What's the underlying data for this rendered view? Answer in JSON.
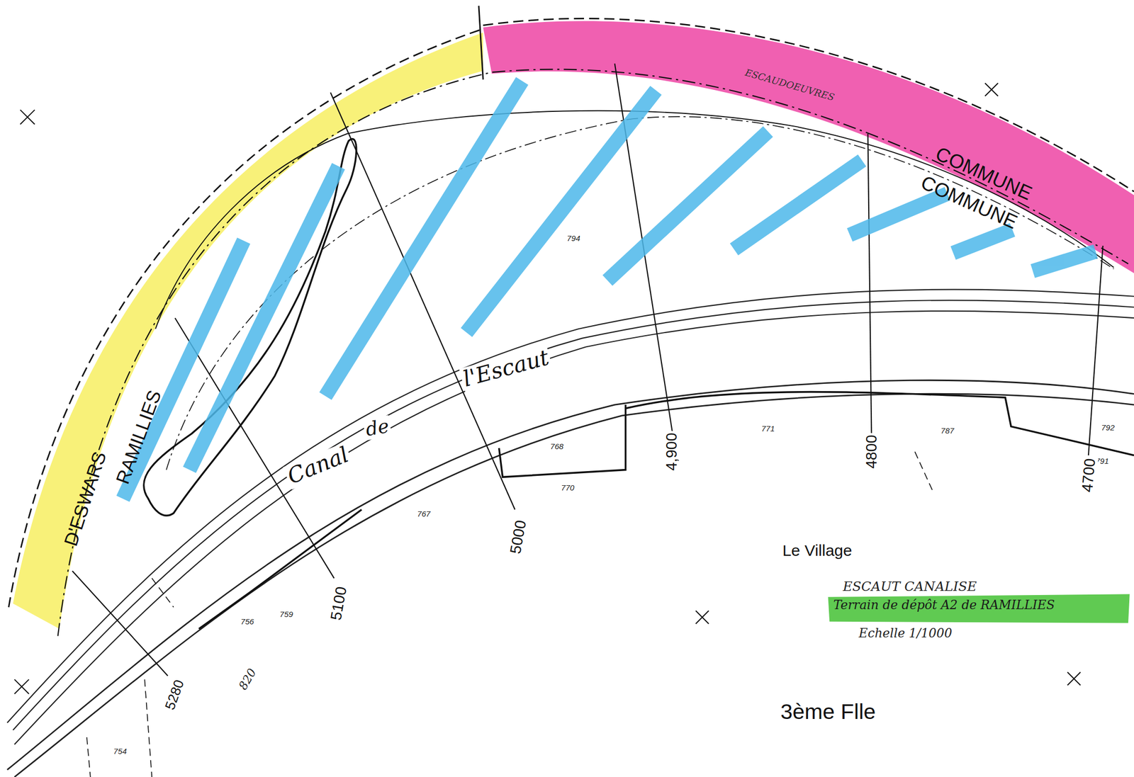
{
  "diagram": {
    "nodes": [
      {
        "text": [
          "Terrain de dépôt A2 de RAMILLIES"
        ]
      }
    ],
    "labels": [
      "D'ESWARS",
      "RAMILLIES",
      "ESCAUDOEUVRES",
      "COMMUNE",
      "COMMUNE",
      "Canal",
      "de",
      "l'Escaut",
      "794",
      "768",
      "770",
      "767",
      "771",
      "787",
      "792",
      "791",
      "756",
      "759",
      "754",
      "820",
      "4,900",
      "4800",
      "4700",
      "5000",
      "5100",
      "5280",
      "Le Village",
      "ESCAUT CANALISE",
      "Echelle 1/1000",
      "3ème Flle"
    ]
  }
}
